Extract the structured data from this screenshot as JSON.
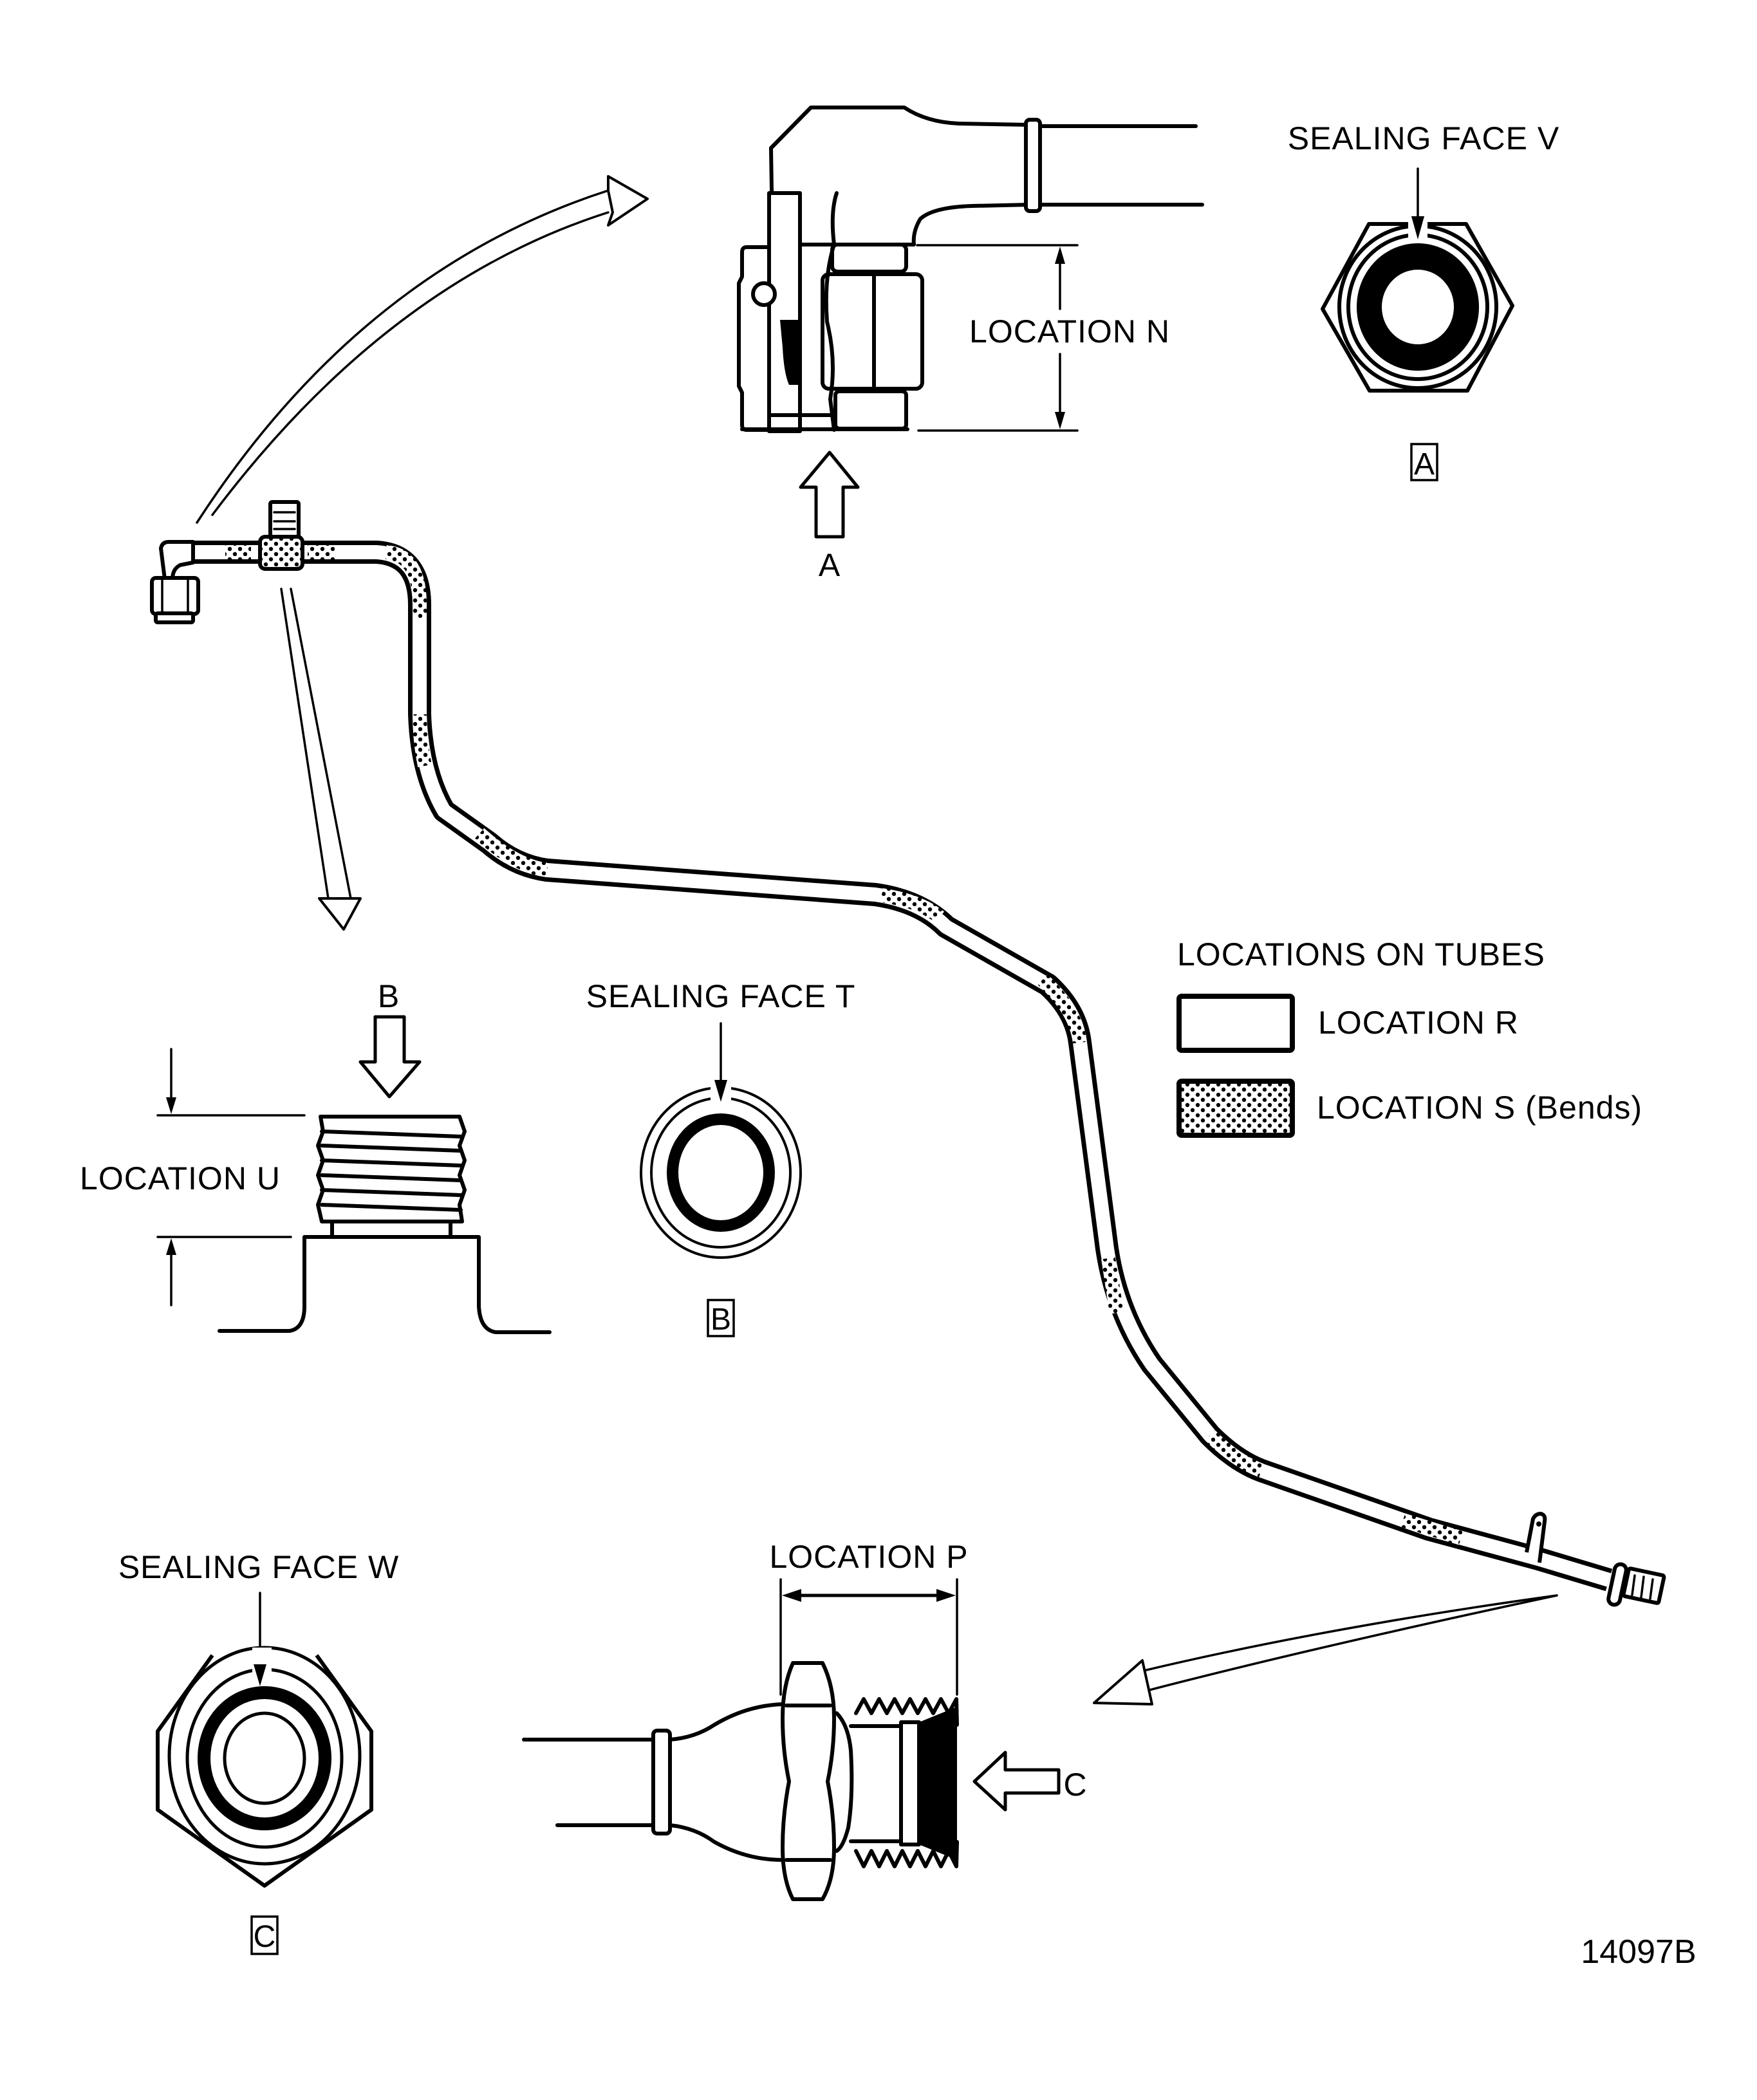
{
  "figure": {
    "number": "14097B",
    "colors": {
      "ink": "#000000",
      "paper": "#ffffff"
    }
  },
  "view_a": {
    "location_label": "LOCATION N",
    "arrow_label": "A",
    "sealing_face_label": "SEALING FACE V",
    "box_label": "A"
  },
  "view_b": {
    "arrow_label": "B",
    "location_label": "LOCATION U",
    "sealing_face_label": "SEALING FACE T",
    "box_label": "B"
  },
  "view_c": {
    "sealing_face_label": "SEALING FACE W",
    "box_label": "C",
    "location_label": "LOCATION P",
    "arrow_label": "C"
  },
  "legend": {
    "title": "LOCATIONS ON TUBES",
    "items": [
      {
        "label": "LOCATION R",
        "pattern": "plain"
      },
      {
        "label": "LOCATION S (Bends)",
        "pattern": "dotted"
      }
    ]
  }
}
